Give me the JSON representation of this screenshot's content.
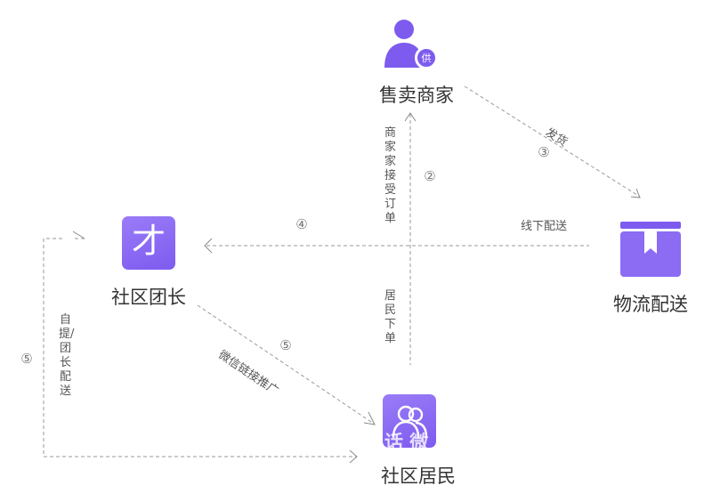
{
  "nodes": {
    "seller": {
      "label": "售卖商家",
      "badge": "供"
    },
    "leader": {
      "label": "社区团长",
      "icon_char": "才"
    },
    "logistics": {
      "label": "物流配送"
    },
    "resident": {
      "label": "社区居民",
      "watermark": "话 微"
    }
  },
  "edges": {
    "ship": {
      "label": "发货",
      "step": "③"
    },
    "accept_order": {
      "label": "商家家接受订单",
      "step": "②"
    },
    "offline_delivery": {
      "label": "线下配送",
      "step": "④"
    },
    "place_order": {
      "label": "居民下单"
    },
    "wechat_promo": {
      "label": "微信链接推广",
      "step": "⑤"
    },
    "self_pickup": {
      "label": "自提/团长配送",
      "step": "⑤"
    }
  },
  "colors": {
    "accent": "#7d5bef",
    "accent_light": "#9a7cf8",
    "line": "#999999"
  }
}
